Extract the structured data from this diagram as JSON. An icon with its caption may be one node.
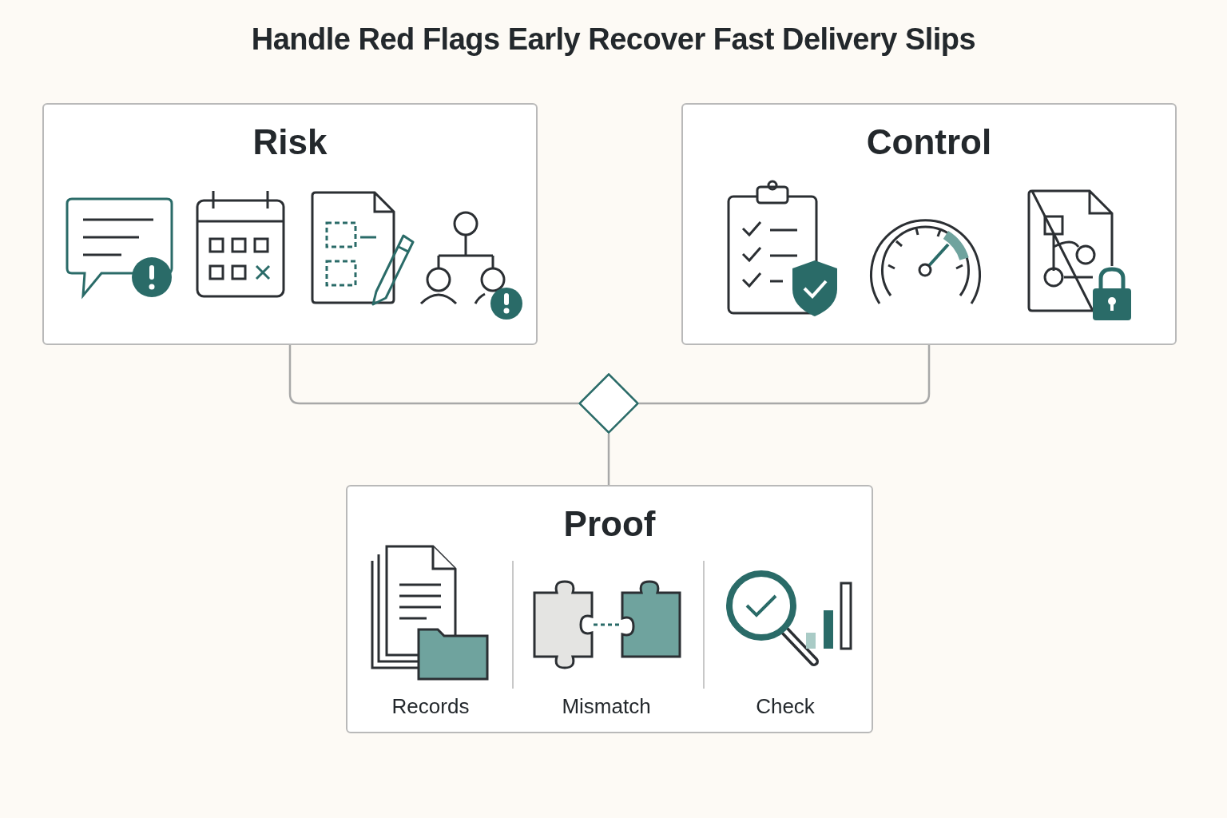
{
  "diagram": {
    "title": "Handle Red Flags Early Recover Fast Delivery Slips",
    "nodes": [
      {
        "text": [
          "Risk"
        ]
      },
      {
        "text": [
          "Control"
        ]
      },
      {
        "text": [],
        "shape": "diamond"
      },
      {
        "text": [
          "Proof",
          "Records",
          "Mismatch",
          "Check"
        ]
      }
    ],
    "edges": [
      {
        "from": 0,
        "to": 2,
        "arrow": "none"
      },
      {
        "from": 1,
        "to": 2,
        "arrow": "none"
      },
      {
        "from": 2,
        "to": 3,
        "arrow": "none"
      }
    ]
  }
}
